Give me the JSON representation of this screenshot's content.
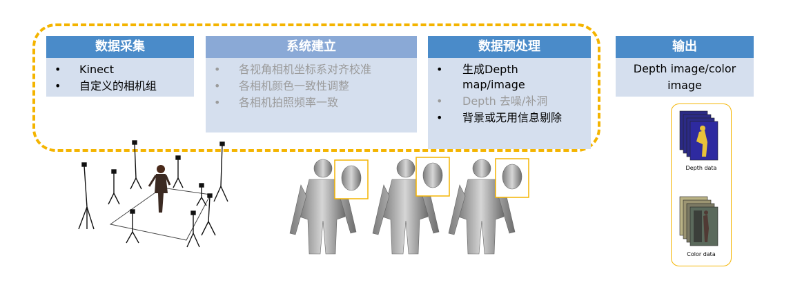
{
  "columns": {
    "collect": {
      "title": "数据采集",
      "items": [
        "Kinect",
        "自定义的相机组"
      ]
    },
    "system": {
      "title": "系统建立",
      "items": [
        "各视角相机坐标系对齐校准",
        "各相机颜色一致性调整",
        "各相机拍照频率一致"
      ]
    },
    "preprocess": {
      "title": "数据预处理",
      "items": [
        {
          "text": "生成Depth map/image",
          "style": "active"
        },
        {
          "text": "Depth 去噪/补洞",
          "style": "muted"
        },
        {
          "text": "背景或无用信息剔除",
          "style": "active"
        }
      ]
    },
    "output": {
      "title": "输出",
      "text": "Depth image/color image"
    }
  },
  "output_panel": {
    "depth_label": "Depth data",
    "color_label": "Color data"
  },
  "colors": {
    "dash_frame": "#f4b400",
    "header_active": "#4a8bc9",
    "header_muted": "#8aa9d6",
    "body_bg": "#d5dfee"
  }
}
